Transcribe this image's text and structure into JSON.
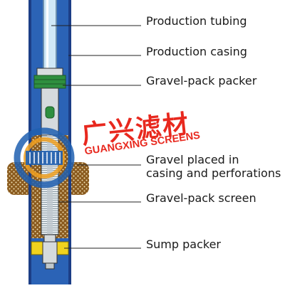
{
  "labels": {
    "production_tubing": "Production tubing",
    "production_casing": "Production casing",
    "gravel_pack_packer": "Gravel-pack packer",
    "gravel_placed_line1": "Gravel placed in",
    "gravel_placed_line2": "casing and perforations",
    "gravel_pack_screen": "Gravel-pack screen",
    "sump_packer": "Sump packer"
  },
  "watermark": {
    "chinese": "广兴滤材",
    "english": "GUANGXING SCREENS"
  },
  "colors": {
    "casing_blue": "#2b63b6",
    "casing_wall": "#1c3e86",
    "tubing_light": "#cfe8f7",
    "gravel_brown": "#8a5a1e",
    "gravel_dot": "#f2e3b8",
    "packer_green": "#2f8f3f",
    "sump_yellow": "#f0d21e",
    "watermark_red": "#e8281e",
    "logo_blue": "#1f5fb0",
    "logo_orange": "#f0a020"
  }
}
